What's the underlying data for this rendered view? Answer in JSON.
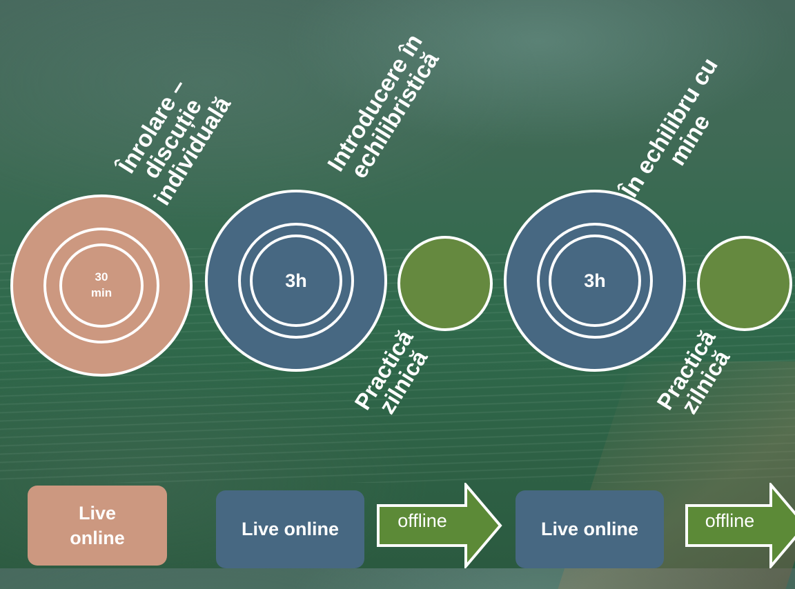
{
  "colors": {
    "salmon": "#cc9880",
    "blue": "#476882",
    "green": "#65893f",
    "arrow_fill": "#5c8a37",
    "ring_stroke": "#ffffff"
  },
  "steps": [
    {
      "title_lines": [
        "Înrolare –",
        "discuție",
        "individuală"
      ],
      "duration": "30\nmin",
      "mode": "Live\nonline"
    },
    {
      "title_lines": [
        "Introducere în",
        "echilibristică"
      ],
      "duration": "3h",
      "mode": "Live online"
    },
    {
      "title_lines": [
        "Practică",
        "zilnică"
      ],
      "mode": "offline"
    },
    {
      "title_lines": [
        "În echilibru cu",
        "mine"
      ],
      "duration": "3h",
      "mode": "Live online"
    },
    {
      "title_lines": [
        "Practică",
        "zilnică"
      ],
      "mode": "offline"
    }
  ]
}
